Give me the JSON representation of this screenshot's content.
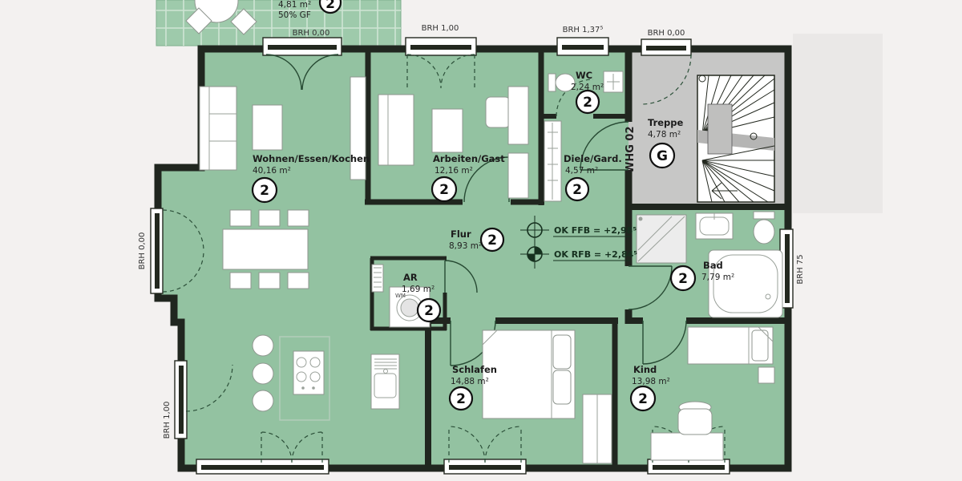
{
  "rooms": {
    "terrace": {
      "area": "4,81 m²",
      "note": "50% GF",
      "marker": "2"
    },
    "wohnen": {
      "name": "Wohnen/Essen/Kochen",
      "area": "40,16 m²",
      "marker": "2"
    },
    "arbeiten": {
      "name": "Arbeiten/Gast",
      "area": "12,16 m²",
      "marker": "2"
    },
    "wc": {
      "name": "WC",
      "area": "2,24 m²",
      "marker": "2"
    },
    "diele": {
      "name": "Diele/Gard.",
      "area": "4,57 m²",
      "marker": "2"
    },
    "treppe": {
      "name": "Treppe",
      "area": "4,78 m²",
      "marker": "G"
    },
    "flur": {
      "name": "Flur",
      "area": "8,93 m²",
      "marker": "2"
    },
    "ar": {
      "name": "AR",
      "area": "1,69 m²",
      "marker": "2",
      "appliance": "WM"
    },
    "bad": {
      "name": "Bad",
      "area": "7,79 m²",
      "marker": "2"
    },
    "schlafen": {
      "name": "Schlafen",
      "area": "14,88 m²",
      "marker": "2"
    },
    "kind": {
      "name": "Kind",
      "area": "13,98 m²",
      "marker": "2"
    }
  },
  "window_labels": {
    "top_1": "BRH 0,00",
    "top_2": "BRH 1,00",
    "top_3": "BRH 1,37⁵",
    "top_4": "BRH 0,00",
    "left_1": "BRH 0,00",
    "left_2": "BRH 1,00",
    "right_1": "BRH 75"
  },
  "unit_label": "WHG 02",
  "levels": {
    "ffb": "OK FFB = +2,98⁵",
    "rfb": "OK RFB = +2,84⁵"
  },
  "colors": {
    "room_fill": "#93c2a1",
    "terrace_fill": "#9ecaab",
    "stairwell_fill": "#c7c7c6",
    "wall": "#20261f",
    "background": "#f3f1f0"
  }
}
